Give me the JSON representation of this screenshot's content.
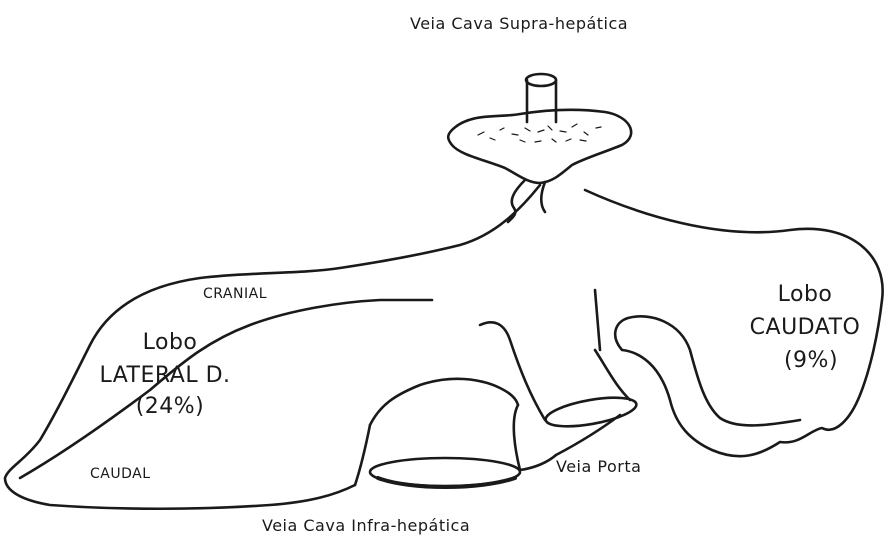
{
  "labels": {
    "vena_cava_supra": "Veia Cava Supra-hepática",
    "vena_cava_infra": "Veia Cava Infra-hepática",
    "veia_porta": "Veia Porta",
    "cranial": "CRANIAL",
    "caudal": "CAUDAL",
    "lobo_lateral": {
      "line1": "Lobo",
      "line2": "LATERAL D.",
      "line3": "(24%)"
    },
    "lobo_caudato": {
      "line1": "Lobo",
      "line2": "CAUDATO",
      "line3": "(9%)"
    }
  },
  "colors": {
    "ink": "#1a1a1a",
    "background": "#ffffff"
  }
}
